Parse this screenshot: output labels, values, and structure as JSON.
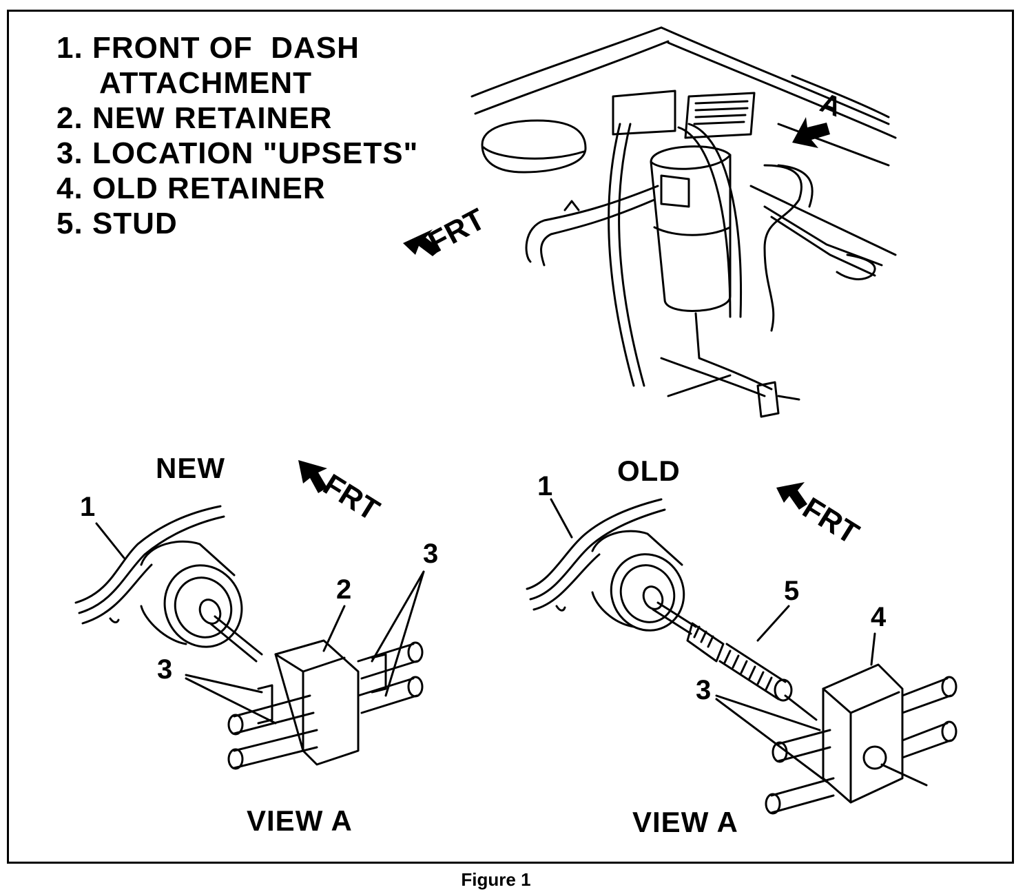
{
  "legend": {
    "items": [
      {
        "num": "1.",
        "text": "FRONT OF  DASH",
        "cont": "ATTACHMENT"
      },
      {
        "num": "2.",
        "text": "NEW RETAINER"
      },
      {
        "num": "3.",
        "text": "LOCATION \"UPSETS\""
      },
      {
        "num": "4.",
        "text": "OLD RETAINER"
      },
      {
        "num": "5.",
        "text": "STUD"
      }
    ]
  },
  "labels": {
    "frt": "FRT",
    "view_ref": "A",
    "new": "NEW",
    "old": "OLD",
    "view_a": "VIEW A"
  },
  "callouts": {
    "new_1": "1",
    "new_2": "2",
    "new_3a": "3",
    "new_3b": "3",
    "old_1": "1",
    "old_3": "3",
    "old_4": "4",
    "old_5": "5"
  },
  "caption": "Figure 1"
}
